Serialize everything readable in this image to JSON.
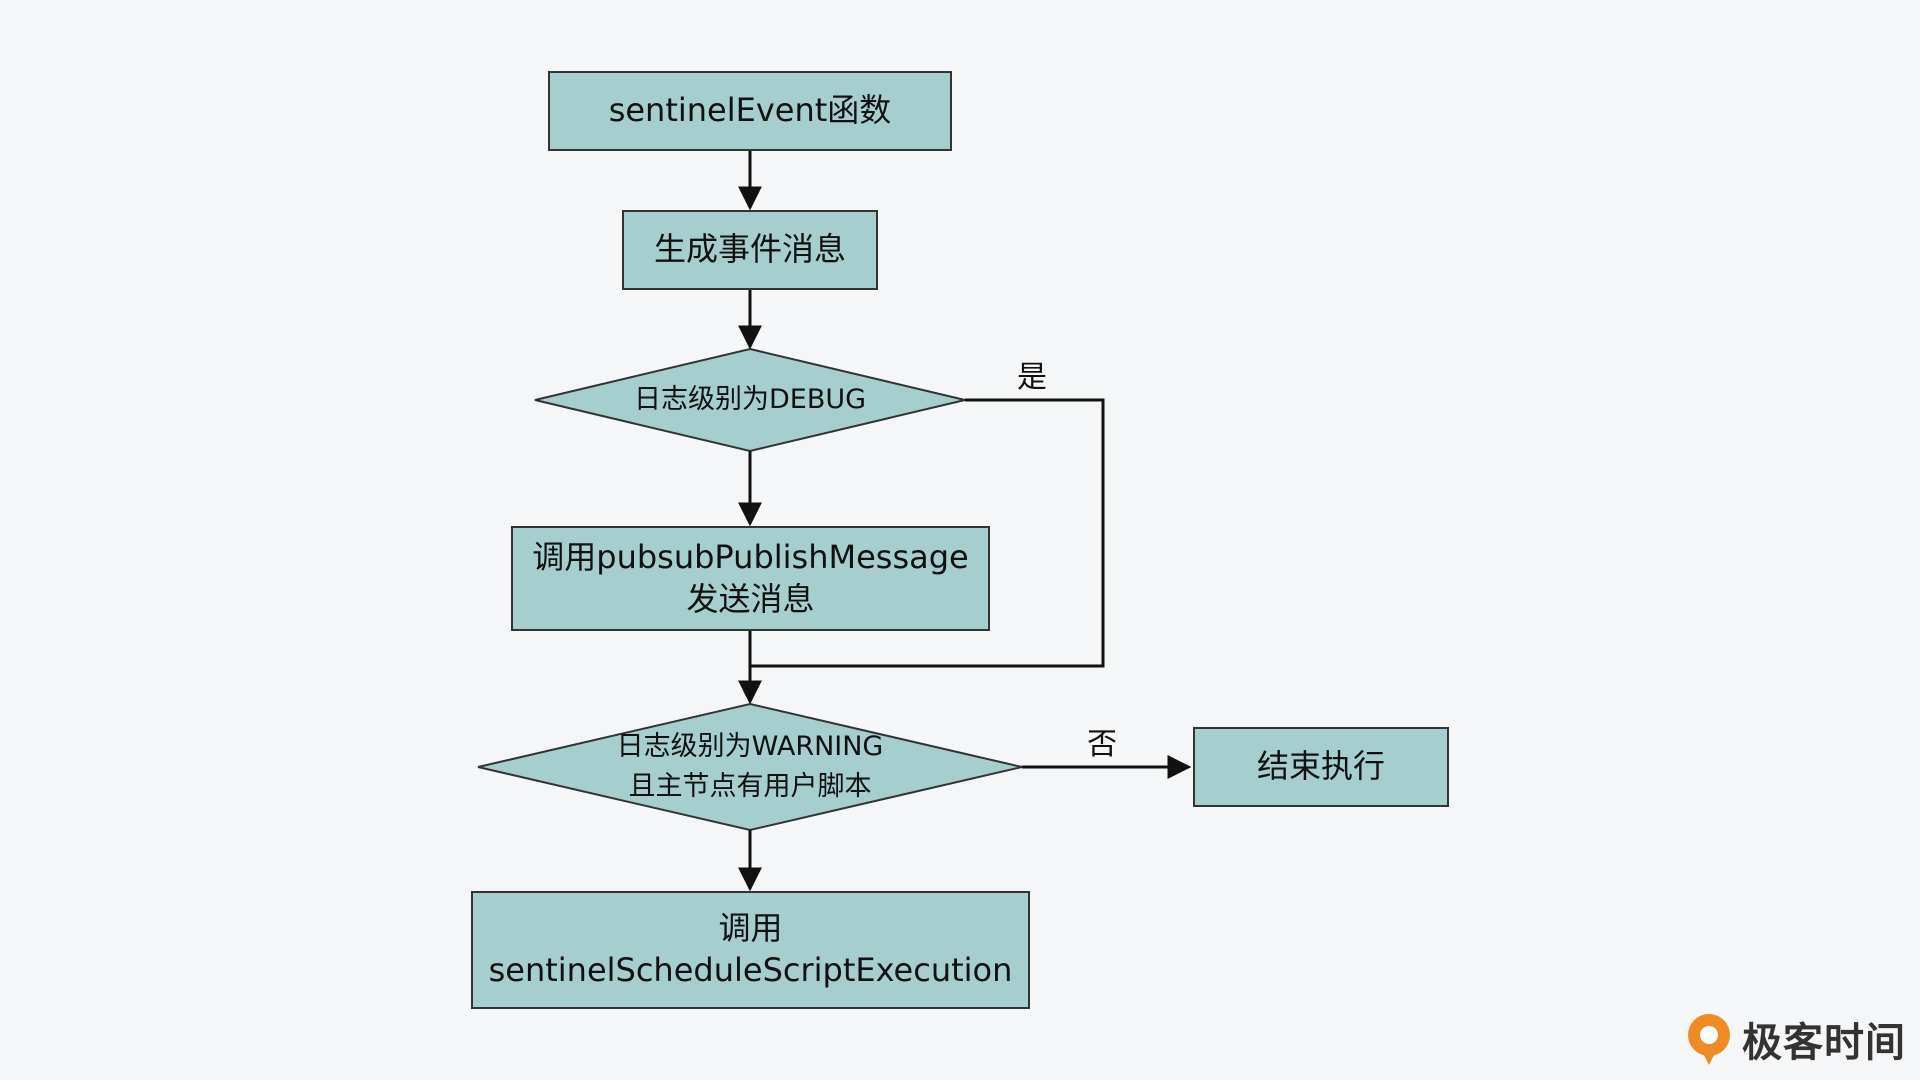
{
  "nodes": {
    "start": "sentinelEvent函数",
    "generate": "生成事件消息",
    "debug_check": "日志级别为DEBUG",
    "publish": [
      "调用pubsubPublishMessage",
      "发送消息"
    ],
    "warning_check": [
      "日志级别为WARNING",
      "且主节点有用户脚本"
    ],
    "end": "结束执行",
    "schedule": [
      "调用",
      "sentinelScheduleScriptExecution"
    ]
  },
  "edge_labels": {
    "yes": "是",
    "no": "否"
  },
  "colors": {
    "node_fill": "#a7cece",
    "stroke": "#333333",
    "background": "#f4f6f8",
    "brand_orange": "#f08a24"
  },
  "brand": {
    "icon": "geektime-logo-icon",
    "name": "极客时间"
  }
}
